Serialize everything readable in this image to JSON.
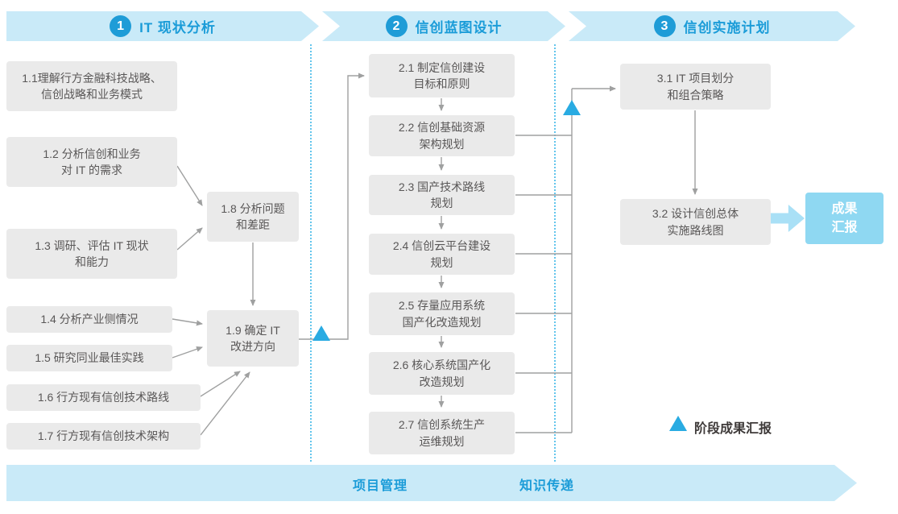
{
  "colors": {
    "banner_bg": "#C9EAF8",
    "accent_blue": "#29ABE2",
    "title_blue": "#1B9CD8",
    "box_bg": "#EAEAEA",
    "box_text": "#595757",
    "line_gray": "#9FA0A0",
    "result_bg": "#8FD8F2"
  },
  "phases": [
    {
      "num": "1",
      "title": "IT 现状分析"
    },
    {
      "num": "2",
      "title": "信创蓝图设计"
    },
    {
      "num": "3",
      "title": "信创实施计划"
    }
  ],
  "boxes": {
    "b11": [
      "1.1理解行方金融科技战略、",
      "信创战略和业务模式"
    ],
    "b12": [
      "1.2 分析信创和业务",
      "对 IT 的需求"
    ],
    "b13": [
      "1.3 调研、评估 IT 现状",
      "和能力"
    ],
    "b14": [
      "1.4 分析产业侧情况"
    ],
    "b15": [
      "1.5 研究同业最佳实践"
    ],
    "b16": [
      "1.6 行方现有信创技术路线"
    ],
    "b17": [
      "1.7 行方现有信创技术架构"
    ],
    "b18": [
      "1.8 分析问题",
      "和差距"
    ],
    "b19": [
      "1.9 确定 IT",
      "改进方向"
    ],
    "b21": [
      "2.1 制定信创建设",
      "目标和原则"
    ],
    "b22": [
      "2.2 信创基础资源",
      "架构规划"
    ],
    "b23": [
      "2.3 国产技术路线",
      "规划"
    ],
    "b24": [
      "2.4 信创云平台建设",
      "规划"
    ],
    "b25": [
      "2.5 存量应用系统",
      "国产化改造规划"
    ],
    "b26": [
      "2.6 核心系统国产化",
      "改造规划"
    ],
    "b27": [
      "2.7 信创系统生产",
      "运维规划"
    ],
    "b31": [
      "3.1 IT 项目划分",
      "和组合策略"
    ],
    "b32": [
      "3.2 设计信创总体",
      "实施路线图"
    ]
  },
  "result_box": [
    "成果",
    "汇报"
  ],
  "legend": {
    "label": "阶段成果汇报"
  },
  "bottom_banner": {
    "items": [
      "项目管理",
      "知识传递"
    ]
  }
}
